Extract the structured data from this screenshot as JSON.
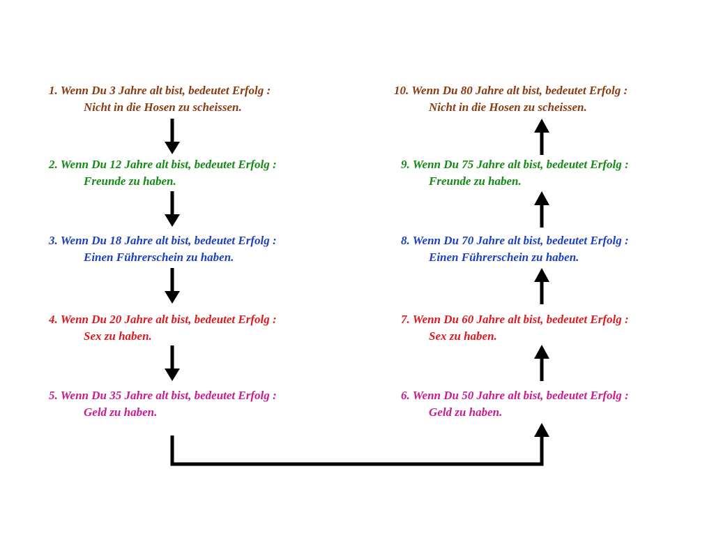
{
  "colors": {
    "brown": "#8B3A0F",
    "green": "#138A13",
    "blue": "#1C3FBF",
    "red": "#E0181E",
    "magenta": "#C81C8F",
    "arrow": "#000000"
  },
  "steps": [
    {
      "n": 1,
      "line1": "1. Wenn Du 3 Jahre alt bist, bedeutet Erfolg :",
      "line2": "Nicht in die Hosen zu scheissen.",
      "color": "#8B3A0F"
    },
    {
      "n": 2,
      "line1": "2. Wenn Du 12 Jahre alt bist, bedeutet Erfolg :",
      "line2": "Freunde zu haben.",
      "color": "#138A13"
    },
    {
      "n": 3,
      "line1": "3. Wenn Du 18 Jahre alt bist, bedeutet Erfolg :",
      "line2": "Einen Führerschein zu haben.",
      "color": "#1C3FBF"
    },
    {
      "n": 4,
      "line1": "4. Wenn Du 20 Jahre alt bist, bedeutet Erfolg :",
      "line2": "Sex zu haben.",
      "color": "#E0181E"
    },
    {
      "n": 5,
      "line1": "5. Wenn Du 35 Jahre alt bist, bedeutet Erfolg :",
      "line2": "Geld zu haben.",
      "color": "#C81C8F"
    },
    {
      "n": 6,
      "line1": "6. Wenn Du 50 Jahre alt bist, bedeutet Erfolg :",
      "line2": "Geld zu haben.",
      "color": "#C81C8F"
    },
    {
      "n": 7,
      "line1": "7. Wenn Du 60 Jahre alt bist, bedeutet Erfolg :",
      "line2": "Sex zu haben.",
      "color": "#E0181E"
    },
    {
      "n": 8,
      "line1": "8. Wenn Du 70 Jahre alt bist, bedeutet Erfolg :",
      "line2": "Einen Führerschein zu haben.",
      "color": "#1C3FBF"
    },
    {
      "n": 9,
      "line1": "9. Wenn Du 75 Jahre alt bist, bedeutet Erfolg :",
      "line2": "Freunde zu haben.",
      "color": "#138A13"
    },
    {
      "n": 10,
      "line1": "10. Wenn Du 80 Jahre alt bist, bedeutet Erfolg :",
      "line2": "Nicht in die Hosen zu scheissen.",
      "color": "#8B3A0F"
    }
  ],
  "flow": [
    {
      "from": 1,
      "to": 2
    },
    {
      "from": 2,
      "to": 3
    },
    {
      "from": 3,
      "to": 4
    },
    {
      "from": 4,
      "to": 5
    },
    {
      "from": 5,
      "to": 6
    },
    {
      "from": 6,
      "to": 7
    },
    {
      "from": 7,
      "to": 8
    },
    {
      "from": 8,
      "to": 9
    },
    {
      "from": 9,
      "to": 10
    }
  ]
}
